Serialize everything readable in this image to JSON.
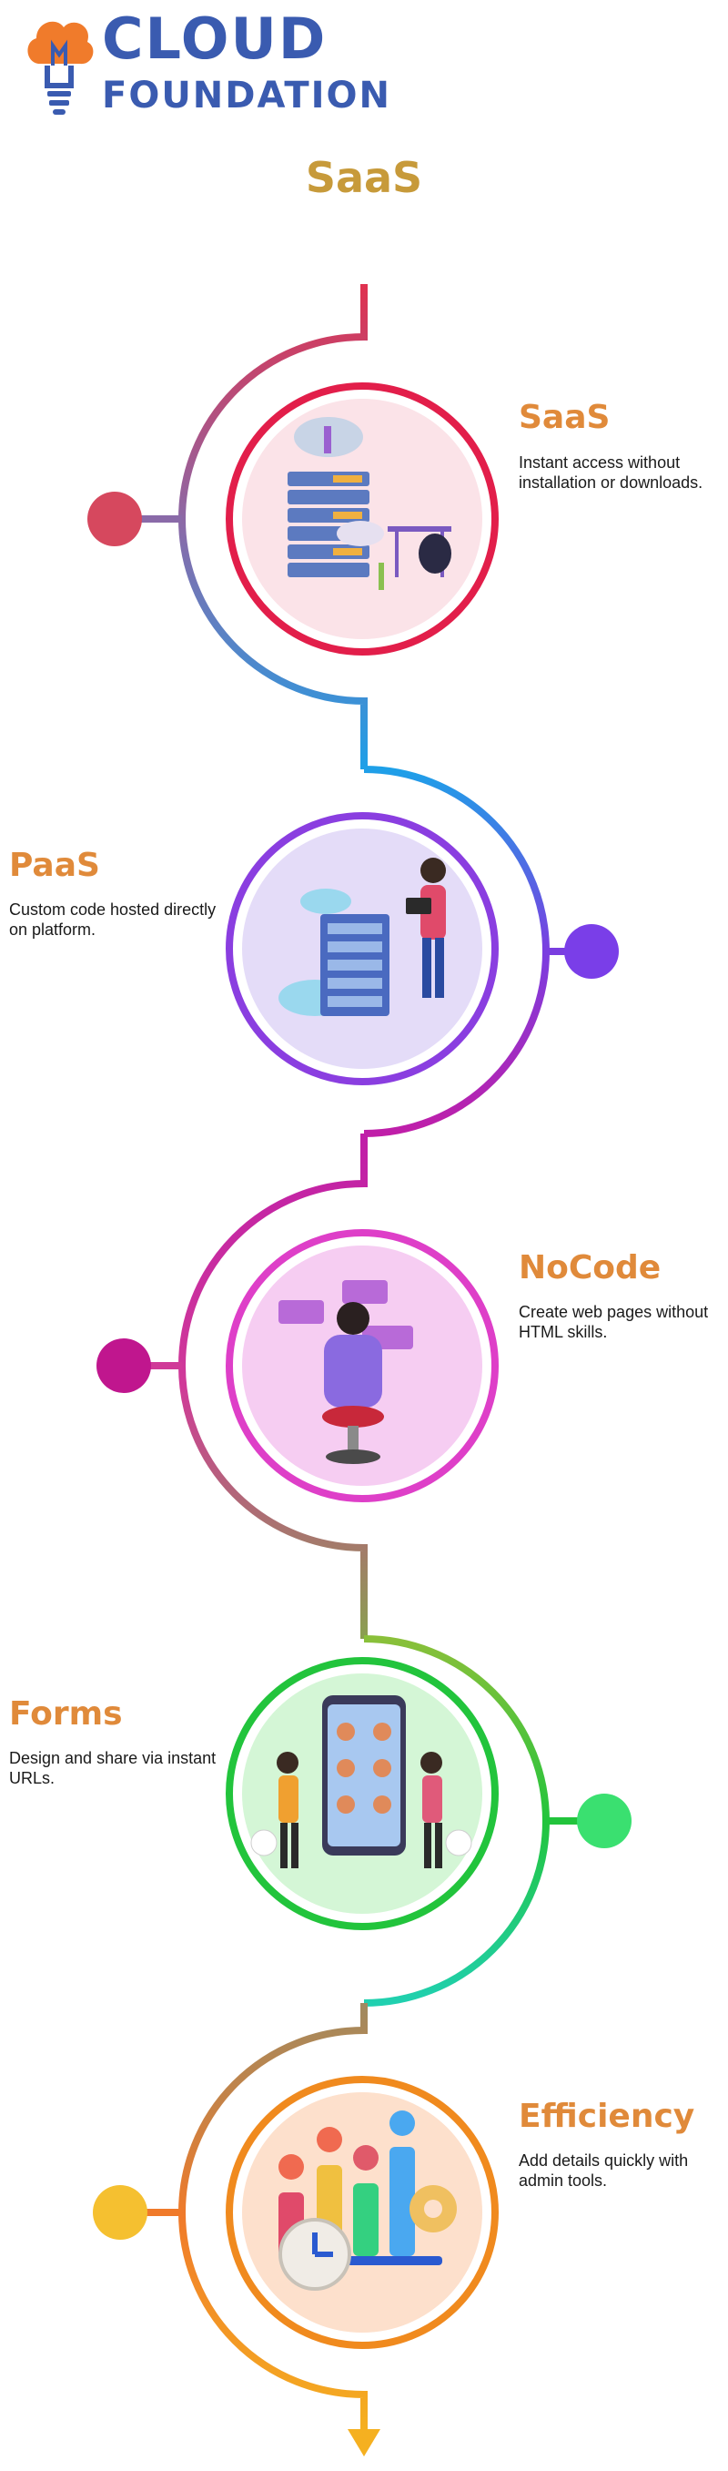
{
  "brand": {
    "line1": "CLOUD",
    "line2": "FOUNDATION",
    "logo_icon": "lightbulb-cloud-icon"
  },
  "title": "SaaS",
  "steps": [
    {
      "title": "SaaS",
      "desc": "Instant access without installation or downloads.",
      "color": "#e21e4a",
      "side": "right",
      "icon": "server-cloud-workstation-illustration"
    },
    {
      "title": "PaaS",
      "desc": "Custom code hosted directly on platform.",
      "color": "#8a3ee0",
      "side": "left",
      "icon": "developer-server-rack-illustration"
    },
    {
      "title": "NoCode",
      "desc": "Create web pages without HTML skills.",
      "color": "#de3fc8",
      "side": "right",
      "icon": "person-code-tags-illustration"
    },
    {
      "title": "Forms",
      "desc": "Design and share via instant URLs.",
      "color": "#22c43c",
      "side": "left",
      "icon": "people-phone-gallery-illustration"
    },
    {
      "title": "Efficiency",
      "desc": "Add details quickly with admin tools.",
      "color": "#f08a1e",
      "side": "right",
      "icon": "bar-chart-clock-gear-illustration"
    }
  ]
}
